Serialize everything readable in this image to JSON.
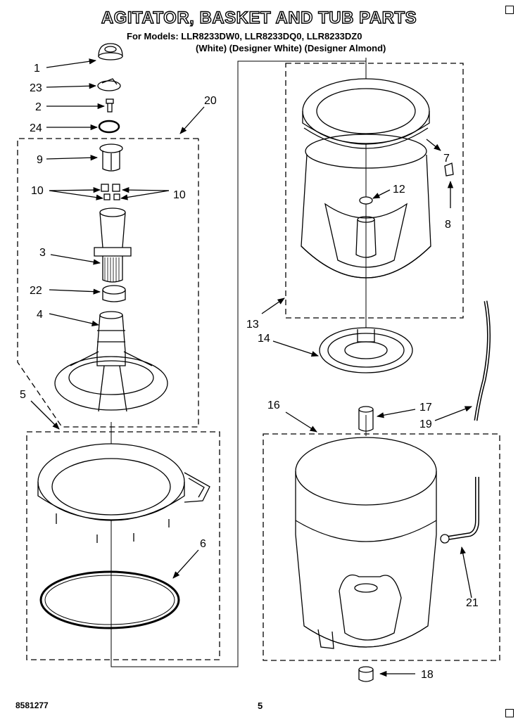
{
  "header": {
    "title": "AGITATOR, BASKET AND TUB PARTS",
    "models": "For Models: LLR8233DW0, LLR8233DQ0, LLR8233DZ0",
    "colors": "(White)  (Designer White)  (Designer Almond)"
  },
  "callouts": [
    "1",
    "23",
    "2",
    "24",
    "20",
    "9",
    "10",
    "10",
    "3",
    "22",
    "4",
    "5",
    "6",
    "7",
    "8",
    "12",
    "13",
    "14",
    "16",
    "17",
    "19",
    "21",
    "18"
  ],
  "footer": {
    "code": "8581277",
    "page": "5"
  }
}
